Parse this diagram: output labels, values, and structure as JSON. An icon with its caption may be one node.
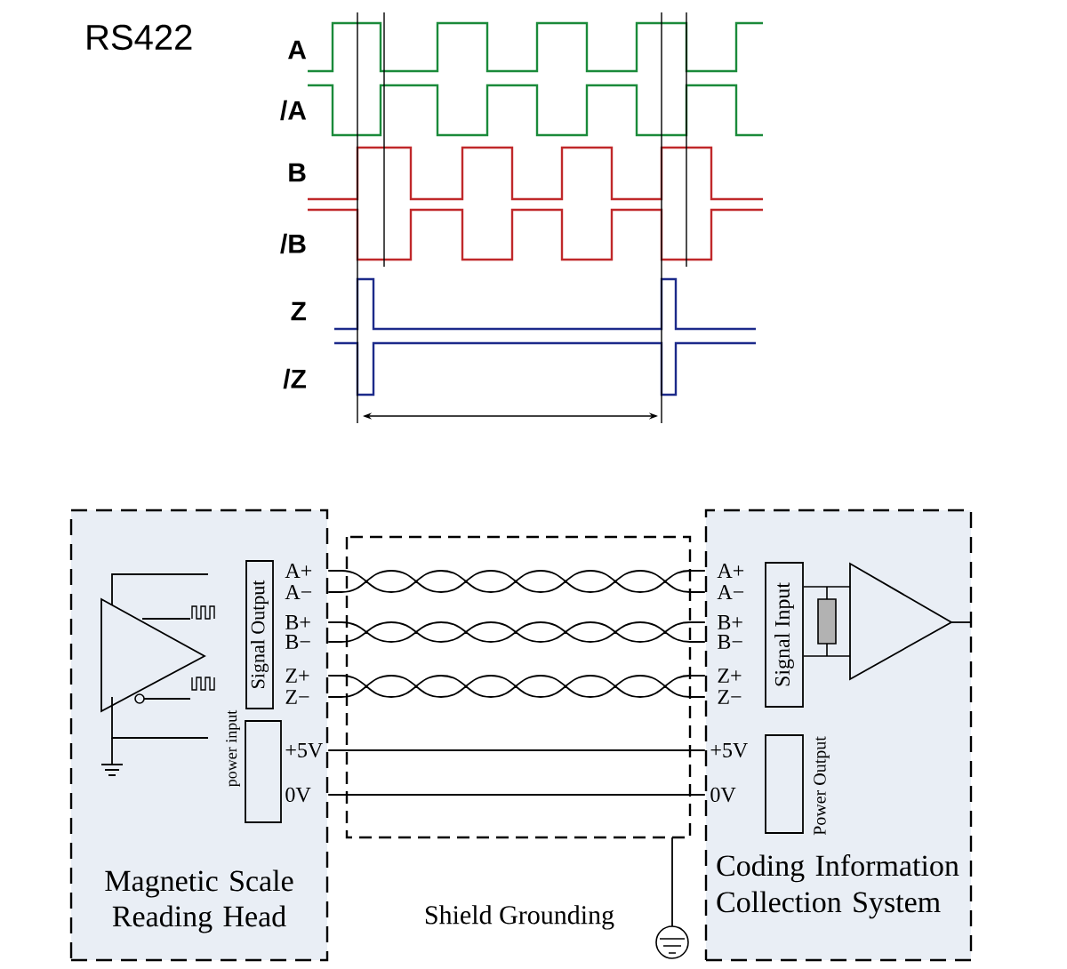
{
  "diagram": {
    "title": "RS422",
    "nodes": [
      {
        "text": [
          "Magnetic Scale Reading Head"
        ]
      },
      {
        "text": [
          "Signal Output"
        ],
        "in": 0
      },
      {
        "text": [
          "power input"
        ],
        "in": 0
      },
      {
        "text": [
          "Coding Information Collection System"
        ]
      },
      {
        "text": [
          "Signal Input"
        ],
        "in": 3
      },
      {
        "text": [
          "Power Output"
        ],
        "in": 3
      }
    ],
    "edges": [
      {
        "from": 0,
        "to": 3,
        "arrow": "none"
      },
      {
        "from": 0,
        "to": 3,
        "arrow": "none"
      },
      {
        "from": 0,
        "to": 3,
        "arrow": "none"
      },
      {
        "from": 0,
        "to": 3,
        "arrow": "none"
      },
      {
        "from": 0,
        "to": 3,
        "arrow": "none"
      }
    ],
    "labels": [
      "A",
      "/A",
      "B",
      "/B",
      "Z",
      "/Z",
      "A+",
      "A−",
      "B+",
      "B−",
      "Z+",
      "Z−",
      "+5V",
      "0V",
      "A+",
      "A−",
      "B+",
      "B−",
      "Z+",
      "Z−",
      "+5V",
      "0V",
      "Shield Grounding"
    ]
  }
}
